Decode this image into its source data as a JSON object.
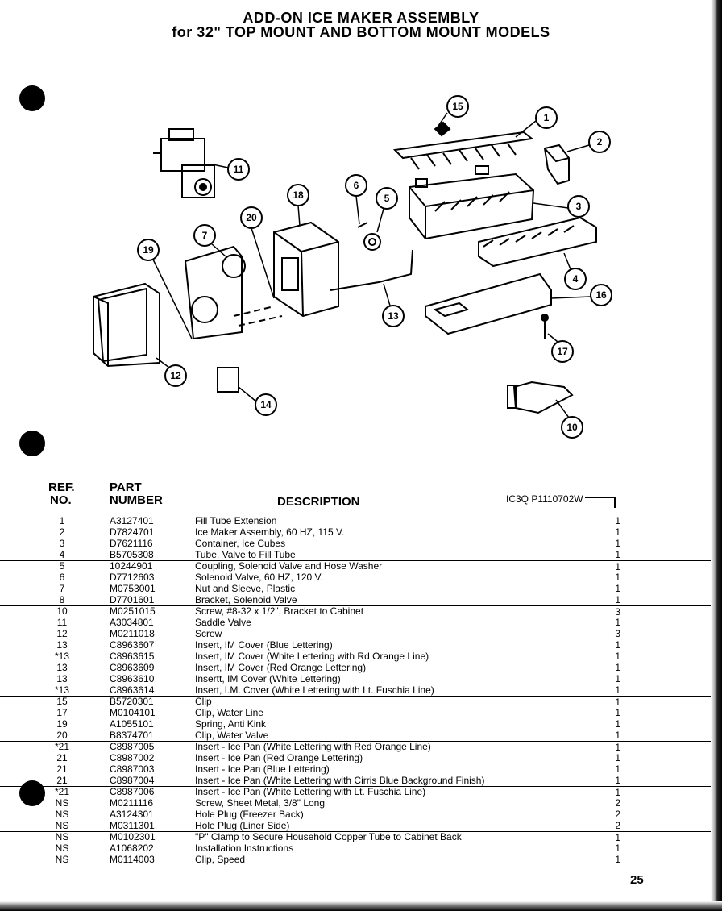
{
  "title": {
    "line1": "ADD-ON ICE MAKER ASSEMBLY",
    "line2": "for 32\" TOP MOUNT AND BOTTOM MOUNT MODELS"
  },
  "diagram": {
    "callouts": [
      "15",
      "1",
      "2",
      "11",
      "6",
      "5",
      "18",
      "3",
      "20",
      "7",
      "19",
      "4",
      "16",
      "13",
      "17",
      "12",
      "14",
      "10"
    ]
  },
  "table": {
    "headers": {
      "ref_line1": "REF.",
      "ref_line2": "NO.",
      "part_line1": "PART",
      "part_line2": "NUMBER",
      "description": "DESCRIPTION"
    },
    "doc_code": "IC3Q P1110702W",
    "rows": [
      {
        "ref": "1",
        "part": "A3127401",
        "desc": "Fill Tube Extension",
        "qty": "1"
      },
      {
        "ref": "2",
        "part": "D7824701",
        "desc": "Ice Maker Assembly, 60 HZ, 115 V.",
        "qty": "1"
      },
      {
        "ref": "3",
        "part": "D7621116",
        "desc": "Container, Ice Cubes",
        "qty": "1"
      },
      {
        "ref": "4",
        "part": "B5705308",
        "desc": "Tube, Valve to Fill Tube",
        "qty": "1"
      },
      {
        "ref": "5",
        "part": "10244901",
        "desc": "Coupling, Solenoid Valve and Hose Washer",
        "qty": "1"
      },
      {
        "ref": "6",
        "part": "D7712603",
        "desc": "Solenoid Valve, 60 HZ, 120 V.",
        "qty": "1"
      },
      {
        "ref": "7",
        "part": "M0753001",
        "desc": "Nut and Sleeve, Plastic",
        "qty": "1"
      },
      {
        "ref": "8",
        "part": "D7701601",
        "desc": "Bracket, Solenoid Valve",
        "qty": "1"
      },
      {
        "ref": "10",
        "part": "M0251015",
        "desc": "Screw, #8-32 x 1/2\", Bracket to Cabinet",
        "qty": "3"
      },
      {
        "ref": "11",
        "part": "A3034801",
        "desc": "Saddle Valve",
        "qty": "1"
      },
      {
        "ref": "12",
        "part": "M0211018",
        "desc": "Screw",
        "qty": "3"
      },
      {
        "ref": "13",
        "part": "C8963607",
        "desc": "Insert, IM Cover (Blue Lettering)",
        "qty": "1"
      },
      {
        "ref": "*13",
        "part": "C8963615",
        "desc": "Insert, IM Cover (White Lettering with Rd Orange Line)",
        "qty": "1"
      },
      {
        "ref": "13",
        "part": "C8963609",
        "desc": "Insert, IM Cover (Red Orange Lettering)",
        "qty": "1"
      },
      {
        "ref": "13",
        "part": "C8963610",
        "desc": "Insertt, IM Cover (White Lettering)",
        "qty": "1"
      },
      {
        "ref": "*13",
        "part": "C8963614",
        "desc": "Insert, I.M. Cover (White Lettering with Lt. Fuschia Line)",
        "qty": "1"
      },
      {
        "ref": "15",
        "part": "B5720301",
        "desc": "Clip",
        "qty": "1"
      },
      {
        "ref": "17",
        "part": "M0104101",
        "desc": "Clip, Water Line",
        "qty": "1"
      },
      {
        "ref": "19",
        "part": "A1055101",
        "desc": "Spring, Anti Kink",
        "qty": "1"
      },
      {
        "ref": "20",
        "part": "B8374701",
        "desc": "Clip, Water Valve",
        "qty": "1"
      },
      {
        "ref": "*21",
        "part": "C8987005",
        "desc": "Insert - Ice Pan (White Lettering with Red Orange Line)",
        "qty": "1"
      },
      {
        "ref": "21",
        "part": "C8987002",
        "desc": "Insert - Ice Pan (Red Orange Lettering)",
        "qty": "1"
      },
      {
        "ref": "21",
        "part": "C8987003",
        "desc": "Insert - Ice Pan (Blue Lettering)",
        "qty": "1"
      },
      {
        "ref": "21",
        "part": "C8987004",
        "desc": "Insert - Ice Pan (White Lettering with Cirris Blue Background Finish)",
        "qty": "1"
      },
      {
        "ref": "*21",
        "part": "C8987006",
        "desc": "Insert - Ice Pan (White Lettering with Lt. Fuschia Line)",
        "qty": "1"
      },
      {
        "ref": "NS",
        "part": "M0211116",
        "desc": "Screw, Sheet Metal, 3/8\" Long",
        "qty": "2"
      },
      {
        "ref": "NS",
        "part": "A3124301",
        "desc": "Hole Plug (Freezer Back)",
        "qty": "2"
      },
      {
        "ref": "NS",
        "part": "M0311301",
        "desc": "Hole Plug (Liner Side)",
        "qty": "2"
      },
      {
        "ref": "NS",
        "part": "M0102301",
        "desc": "\"P\" Clamp to Secure Household Copper Tube to Cabinet Back",
        "qty": "1"
      },
      {
        "ref": "NS",
        "part": "A1068202",
        "desc": "Installation Instructions",
        "qty": "1"
      },
      {
        "ref": "NS",
        "part": "M0114003",
        "desc": "Clip, Speed",
        "qty": "1"
      }
    ]
  },
  "page_number": "25"
}
